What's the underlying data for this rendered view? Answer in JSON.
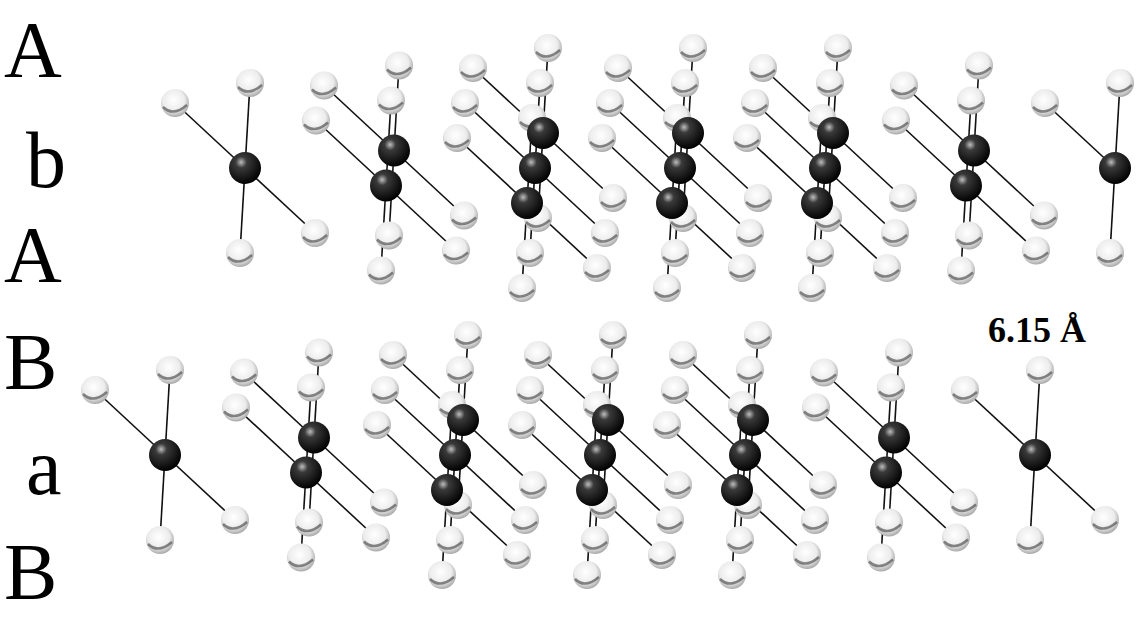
{
  "diagram": {
    "labels": [
      "A",
      "b",
      "A",
      "B",
      "a",
      "B",
      "6.15 Å"
    ]
  }
}
